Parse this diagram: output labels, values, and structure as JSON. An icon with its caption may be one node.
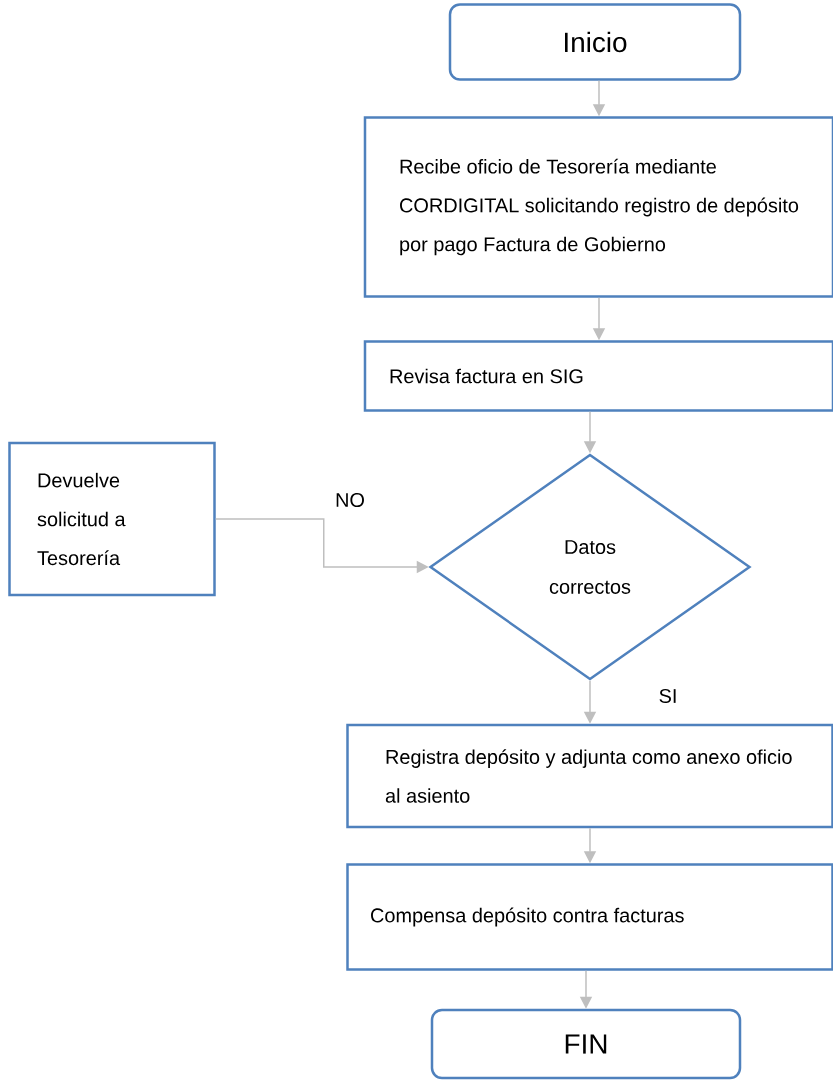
{
  "diagram": {
    "nodes": [
      {
        "text": [
          "Inicio"
        ]
      },
      {
        "text": [
          "Recibe oficio de Tesorería mediante CORDIGITAL solicitando registro de depósito por pago Factura de Gobierno"
        ]
      },
      {
        "text": [
          "Revisa factura en SIG"
        ]
      },
      {
        "text": [
          "Devuelve solicitud a Tesorería"
        ]
      },
      {
        "text": [
          "Datos correctos"
        ]
      },
      {
        "text": [
          "Registra depósito y adjunta como anexo oficio al asiento"
        ]
      },
      {
        "text": [
          "Compensa depósito contra facturas"
        ]
      },
      {
        "text": [
          "FIN"
        ]
      }
    ],
    "edges": [
      {
        "from": 0,
        "to": 1,
        "arrow": "to"
      },
      {
        "from": 1,
        "to": 2,
        "arrow": "to"
      },
      {
        "from": 2,
        "to": 4,
        "arrow": "to"
      },
      {
        "from": 3,
        "to": 4,
        "arrow": "to",
        "label": "NO"
      },
      {
        "from": 4,
        "to": 5,
        "arrow": "to",
        "label": "SI"
      },
      {
        "from": 5,
        "to": 6,
        "arrow": "to"
      },
      {
        "from": 6,
        "to": 7,
        "arrow": "to"
      }
    ]
  }
}
